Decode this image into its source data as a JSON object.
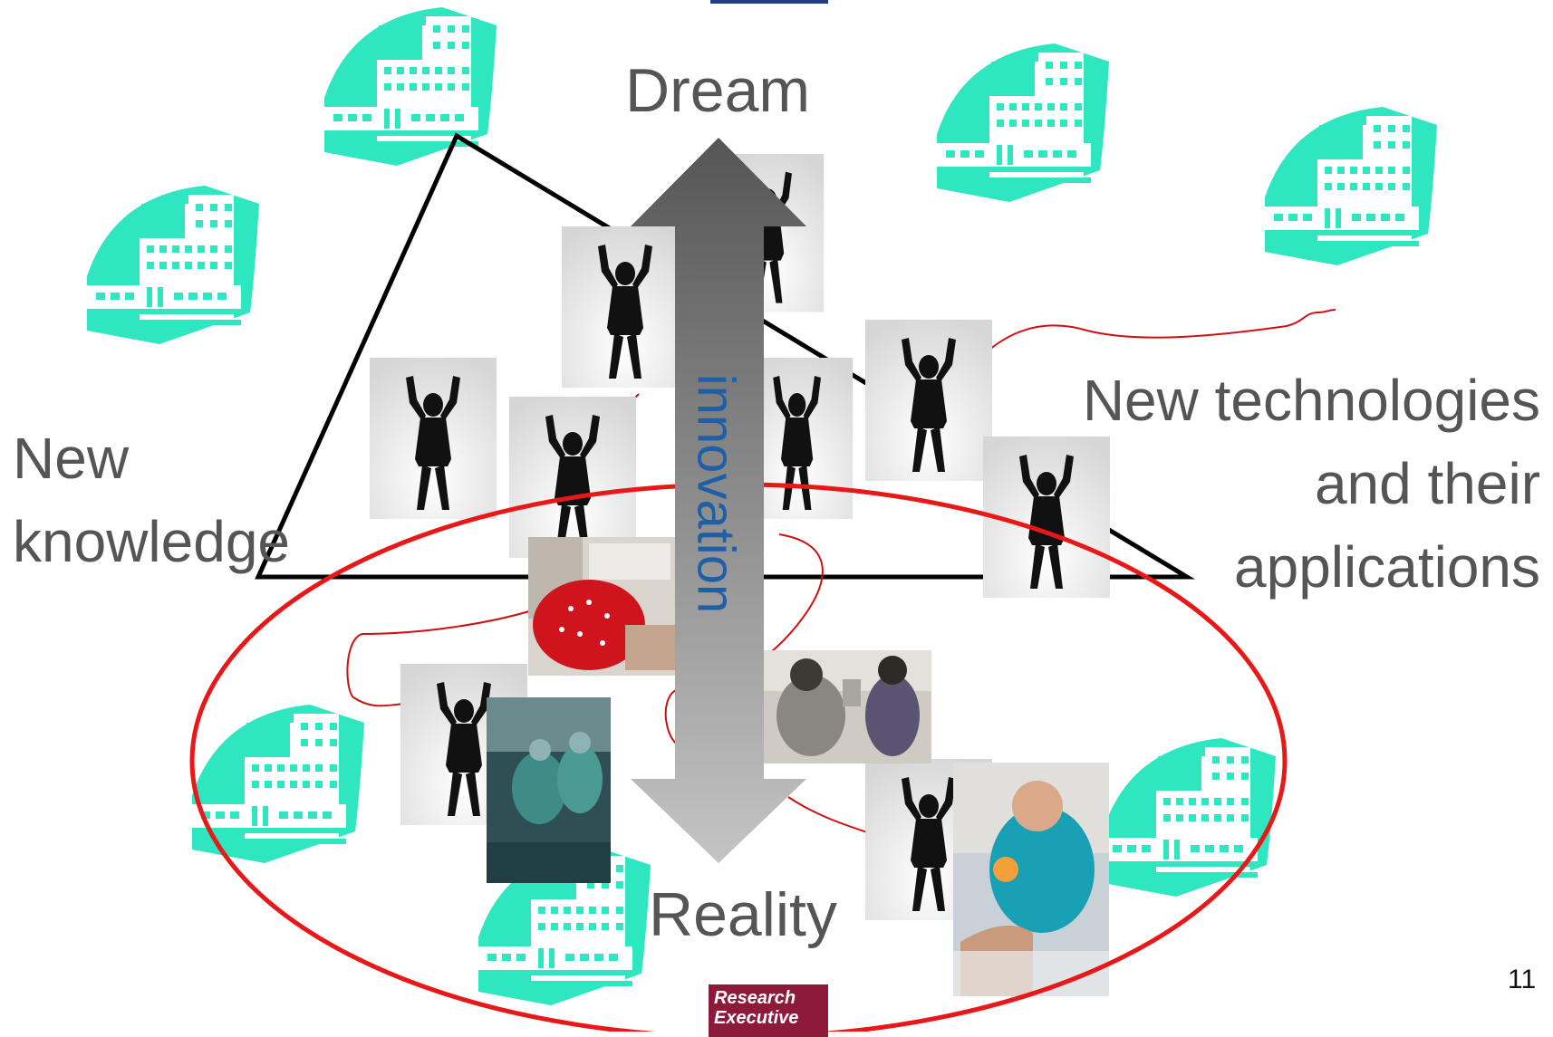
{
  "labels": {
    "dream": "Dream",
    "reality": "Reality",
    "innovation": "innovation",
    "new_knowledge_line1": "New",
    "new_knowledge_line2": "knowledge",
    "new_tech_line1": "New technologies",
    "new_tech_line2": "and their",
    "new_tech_line3": "applications"
  },
  "page_number": "11",
  "logo": {
    "line1": "Research",
    "line2": "Executive"
  },
  "colors": {
    "building": "#2ee6bf",
    "ellipse": "#e81818",
    "arrow_dark": "#555555",
    "arrow_light": "#bbbbbb",
    "innovation_text": "#1f5fa8",
    "label_text": "#555555",
    "logo_bg": "#8e1a3a"
  },
  "icons": {
    "building": "hospital-building-icon",
    "figure": "person-arms-raised-photo",
    "photo": "research-photo"
  }
}
